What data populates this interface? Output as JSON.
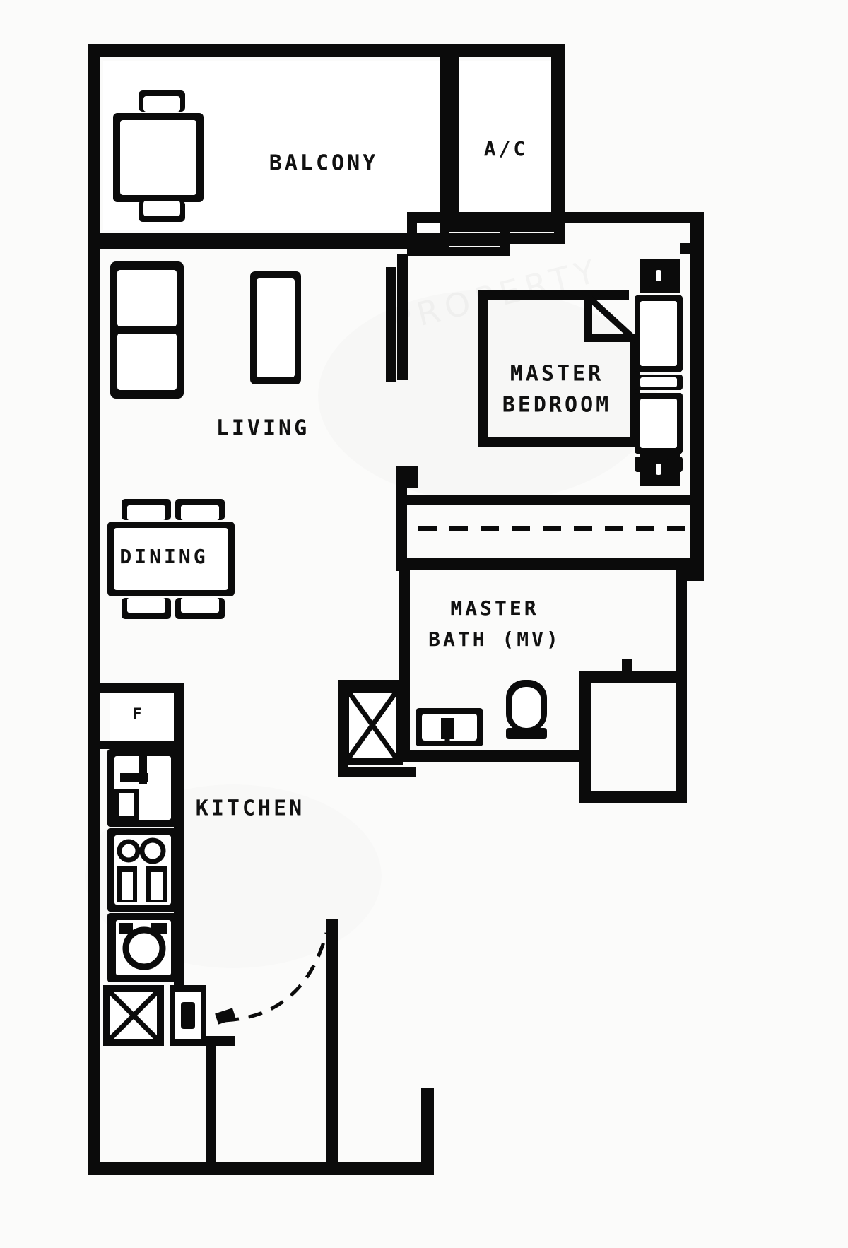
{
  "document": {
    "type": "architectural-floor-plan",
    "title": "Apartment Unit Floor Plan",
    "orientation": "portrait",
    "background_color": "#fbfbfa",
    "line_color": "#0b0b0b"
  },
  "rooms": [
    {
      "id": "balcony",
      "label": "BALCONY",
      "size": "lg"
    },
    {
      "id": "ac-ledge",
      "label": "A/C",
      "size": "md"
    },
    {
      "id": "living",
      "label": "LIVING",
      "size": "lg"
    },
    {
      "id": "dining",
      "label": "DINING",
      "size": "md"
    },
    {
      "id": "kitchen",
      "label": "KITCHEN",
      "size": "lg"
    },
    {
      "id": "master-bedroom-1",
      "label": "MASTER",
      "size": "lg"
    },
    {
      "id": "master-bedroom-2",
      "label": "BEDROOM",
      "size": "lg"
    },
    {
      "id": "master-bath-1",
      "label": "MASTER",
      "size": "md"
    },
    {
      "id": "master-bath-2",
      "label": "BATH (MV)",
      "size": "md"
    }
  ],
  "annotations": [
    {
      "id": "fridge-tag",
      "label": "F",
      "meaning": "refrigerator"
    }
  ],
  "fixtures": [
    {
      "id": "balcony-table",
      "name": "balcony-table-and-chairs"
    },
    {
      "id": "living-sofa",
      "name": "two-seat-sofa"
    },
    {
      "id": "living-coffee",
      "name": "coffee-table"
    },
    {
      "id": "dining-table",
      "name": "dining-table-four-chairs"
    },
    {
      "id": "kitchen-fridge",
      "name": "refrigerator"
    },
    {
      "id": "kitchen-sink",
      "name": "kitchen-sink"
    },
    {
      "id": "kitchen-hob",
      "name": "cooktop-hob"
    },
    {
      "id": "kitchen-washer",
      "name": "washing-machine"
    },
    {
      "id": "service-shaft",
      "name": "service-shaft"
    },
    {
      "id": "bed-king",
      "name": "king-bed"
    },
    {
      "id": "bedside-left",
      "name": "bedside-table"
    },
    {
      "id": "wardrobe",
      "name": "wardrobe"
    },
    {
      "id": "bath-wc",
      "name": "water-closet"
    },
    {
      "id": "bath-basin",
      "name": "wash-basin"
    },
    {
      "id": "bath-shower",
      "name": "shower-tray"
    },
    {
      "id": "ac-condenser-top",
      "name": "ac-condenser-unit"
    },
    {
      "id": "ac-condenser-bot",
      "name": "ac-condenser-unit"
    },
    {
      "id": "entry-door",
      "name": "entry-door-swing"
    }
  ]
}
